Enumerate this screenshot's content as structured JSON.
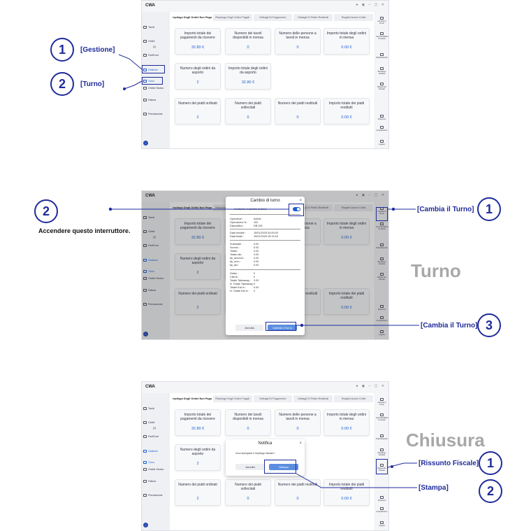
{
  "app": {
    "title": "CWA",
    "tabs": [
      "Riepilogo Degli Ordini Non Pagati",
      "Riepilogo Degli Ordini Pagati",
      "Dettagli Di Pagamento",
      "Dettagli Di Piatto Restituiti",
      "Registri Azioni Critici"
    ],
    "sidebar": [
      "Tavoli",
      "Ordini",
      "FastFood",
      "Gestione",
      "Turno",
      "Ordine Storico",
      "Fattura",
      "Prenotazione"
    ],
    "sidebar_sub": "(2)",
    "rightbar": [
      "Cambia il Turno",
      "Inserisci/Ritira Contanti",
      "Piatti Esauriti",
      "Riepilogo Vendite",
      "Riassunto Fiscale",
      "Direzioni",
      "Impostazioni",
      "Logout"
    ],
    "cards": [
      {
        "title": "Importo totale dei pagamenti da ricevere",
        "value": "32.80 €"
      },
      {
        "title": "Numero dei tavoli disponibili in mensa",
        "value": "0"
      },
      {
        "title": "Numero delle persone a tavoli in mensa",
        "value": "0"
      },
      {
        "title": "Importo totale degli ordini in mensa",
        "value": "0.00 €"
      },
      {
        "title": "Numero degli ordini da asporto",
        "value": "2"
      },
      {
        "title": "Importo totale degli ordini da asporto",
        "value": "32.80 €"
      },
      {
        "title": "Numero dei piatti ordinati",
        "value": "2"
      },
      {
        "title": "Numero dei piatti sollecitati",
        "value": "0"
      },
      {
        "title": "Numero dei piatti restituiti",
        "value": "0"
      },
      {
        "title": "Importo totale dei piatti restituiti",
        "value": "0.00 €"
      }
    ]
  },
  "section1": {
    "callouts": [
      {
        "num": "1",
        "label": "[Gestione]"
      },
      {
        "num": "2",
        "label": "[Turno]"
      }
    ]
  },
  "section2": {
    "title": "Turno",
    "note": "Accendere questo interruttore.",
    "callouts": [
      {
        "num": "2"
      },
      {
        "num": "1",
        "label": "[Cambia il Turno]"
      },
      {
        "num": "3",
        "label": "[Cambia il Turno]"
      }
    ],
    "modal": {
      "title": "Cambio di turno",
      "close": "×",
      "confirm_label": "Confermo il cambio di turno",
      "rows": [
        {
          "k": "Operatore :",
          "v": "Admin"
        },
        {
          "k": "Operazione N :",
          "v": "192"
        },
        {
          "k": "Dispositivo :",
          "v": "DB 200"
        },
        {
          "k": "Data iniziale :",
          "v": "15/01/2025 04:00:00"
        },
        {
          "k": "Data finale :",
          "v": "15/01/2025 15:19:18"
        },
        {
          "k": "Subtotale :",
          "v": "0.00"
        },
        {
          "k": "Sconto :",
          "v": "0.00"
        },
        {
          "k": "Totale :",
          "v": "0.00"
        },
        {
          "k": "Totale tak :",
          "v": "0.00"
        },
        {
          "k": "tip_amount :",
          "v": "0.00"
        },
        {
          "k": "tip_num :",
          "v": "0.00"
        },
        {
          "k": "tip_tax :",
          "v": "0.00"
        },
        {
          "k": "Ordini :",
          "v": "0"
        },
        {
          "k": "Clienti :",
          "v": "0"
        },
        {
          "k": "Totale Takeaway :",
          "v": "0.00"
        },
        {
          "k": "N. Totale Takeaway :",
          "v": "0"
        },
        {
          "k": "Totale Eat in :",
          "v": "0.00"
        },
        {
          "k": "N. Totale Eat in :",
          "v": "0"
        }
      ],
      "cancel": "Annulla",
      "ok": "Cambia il Turno"
    }
  },
  "section3": {
    "title": "Chiusura",
    "callouts": [
      {
        "num": "1",
        "label": "[Rissunto Fiscale]"
      },
      {
        "num": "2",
        "label": "[Stampa]"
      }
    ],
    "modal": {
      "title": "Notifica",
      "close": "×",
      "message": "Vuoi stampare il riepilogo fiscale?",
      "cancel": "Annulla",
      "ok": "Stampa"
    }
  },
  "colors": {
    "accent": "#1f2b9b",
    "primary": "#1f5fd0",
    "button": "#5b8ee0"
  }
}
